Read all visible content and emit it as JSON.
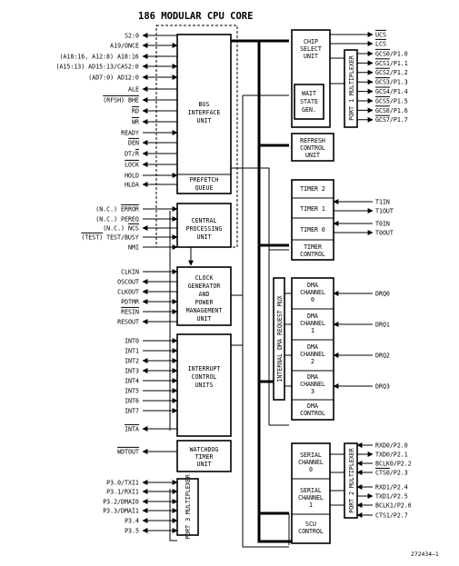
{
  "title": "186 MODULAR CPU CORE",
  "figure_number": "272434–1",
  "blocks": {
    "bus_interface": [
      "BUS",
      "INTERFACE",
      "UNIT"
    ],
    "prefetch_queue": [
      "PREFETCH",
      "QUEUE"
    ],
    "central_processing": [
      "CENTRAL",
      "PROCESSING",
      "UNIT"
    ],
    "clock_generator": [
      "CLOCK",
      "GENERATOR",
      "AND",
      "POWER",
      "MANAGEMENT",
      "UNIT"
    ],
    "interrupt_control": [
      "INTERRUPT",
      "CONTROL",
      "UNITS"
    ],
    "watchdog": [
      "WATCHDOG",
      "TIMER",
      "UNIT"
    ],
    "port3_mux": "PORT 3 MULTIPLEXER",
    "chip_select": [
      "CHIP",
      "SELECT",
      "UNIT"
    ],
    "wait_state": [
      "WAIT",
      "STATE",
      "GEN."
    ],
    "port1_mux": "PORT 1 MULTIPLEXER",
    "refresh_control": [
      "REFRESH",
      "CONTROL",
      "UNIT"
    ],
    "timer2": "TIMER 2",
    "timer1": "TIMER 1",
    "timer0": "TIMER 0",
    "timer_control": [
      "TIMER",
      "CONTROL"
    ],
    "dma_request_mux": "INTERNAL DMA REQUEST MUX",
    "dma_channel0": [
      "DMA",
      "CHANNEL",
      "0"
    ],
    "dma_channel1": [
      "DMA",
      "CHANNEL",
      "1"
    ],
    "dma_channel2": [
      "DMA",
      "CHANNEL",
      "2"
    ],
    "dma_channel3": [
      "DMA",
      "CHANNEL",
      "3"
    ],
    "dma_control": [
      "DMA",
      "CONTROL"
    ],
    "serial_channel0": [
      "SERIAL",
      "CHANNEL",
      "0"
    ],
    "serial_channel1": [
      "SERIAL",
      "CHANNEL",
      "1"
    ],
    "scu_control": [
      "SCU",
      "CONTROL"
    ],
    "port2_mux": "PORT 2 MULTIPLEXER"
  },
  "signals": {
    "bus": [
      {
        "pre": "",
        "bar": "",
        "text": "S2:0",
        "dir": "out"
      },
      {
        "pre": "",
        "bar": "",
        "text": "A19/ONCE",
        "dir": "bi"
      },
      {
        "pre": "(A18:16, A12:8) A18:16",
        "bar": "",
        "text": "",
        "dir": "out"
      },
      {
        "pre": "(A15:13) AD15:13/CAS2:0",
        "bar": "",
        "text": "",
        "dir": "bi"
      },
      {
        "pre": "(AD7:0) AD12:0",
        "bar": "",
        "text": "",
        "dir": "bi"
      },
      {
        "pre": "",
        "bar": "",
        "text": "ALE",
        "dir": "out"
      },
      {
        "pre": "",
        "bar": "(RFSH) BHE",
        "text": "",
        "dir": "out"
      },
      {
        "pre": "",
        "bar": "RD",
        "text": "",
        "dir": "out"
      },
      {
        "pre": "",
        "bar": "WR",
        "text": "",
        "dir": "out"
      },
      {
        "pre": "",
        "bar": "",
        "text": "READY",
        "dir": "in"
      },
      {
        "pre": "",
        "bar": "DEN",
        "text": "",
        "dir": "out"
      },
      {
        "pre": "DT/",
        "bar": "R",
        "text": "",
        "dir": "out"
      },
      {
        "pre": "",
        "bar": "LOCK",
        "text": "",
        "dir": "out"
      },
      {
        "pre": "",
        "bar": "",
        "text": "HOLD",
        "dir": "in"
      },
      {
        "pre": "",
        "bar": "",
        "text": "HLDA",
        "dir": "out"
      }
    ],
    "cpu": [
      {
        "pre": "(N.C.) ",
        "bar": "ERROR",
        "text": "",
        "dir": "in"
      },
      {
        "pre": "(N.C.) PEREQ",
        "bar": "",
        "text": "",
        "dir": "in"
      },
      {
        "pre": "(N.C.) ",
        "bar": "NCS",
        "text": "",
        "dir": "out"
      },
      {
        "pre": "",
        "bar": "(TEST)",
        "text": " TEST/BUSY",
        "dir": "in"
      },
      {
        "pre": "",
        "bar": "",
        "text": "NMI",
        "dir": "in"
      }
    ],
    "clock": [
      {
        "pre": "",
        "bar": "",
        "text": "CLKIN",
        "dir": "in"
      },
      {
        "pre": "",
        "bar": "",
        "text": "OSCOUT",
        "dir": "out"
      },
      {
        "pre": "",
        "bar": "",
        "text": "CLKOUT",
        "dir": "out"
      },
      {
        "pre": "",
        "bar": "",
        "text": "PDTMR",
        "dir": "bi"
      },
      {
        "pre": "",
        "bar": "RESIN",
        "text": "",
        "dir": "in"
      },
      {
        "pre": "",
        "bar": "",
        "text": "RESOUT",
        "dir": "out"
      }
    ],
    "interrupts": [
      {
        "pre": "",
        "bar": "",
        "text": "INT0",
        "dir": "in"
      },
      {
        "pre": "",
        "bar": "",
        "text": "INT1",
        "dir": "in"
      },
      {
        "pre": "",
        "bar": "",
        "text": "INT2",
        "dir": "bi"
      },
      {
        "pre": "",
        "bar": "",
        "text": "INT3",
        "dir": "bi"
      },
      {
        "pre": "",
        "bar": "",
        "text": "INT4",
        "dir": "in"
      },
      {
        "pre": "",
        "bar": "",
        "text": "INT5",
        "dir": "in"
      },
      {
        "pre": "",
        "bar": "",
        "text": "INT6",
        "dir": "in"
      },
      {
        "pre": "",
        "bar": "",
        "text": "INT7",
        "dir": "in"
      },
      {
        "pre": "",
        "bar": "INTA",
        "text": "",
        "dir": "out"
      }
    ],
    "watchdog": {
      "pre": "",
      "bar": "WDTOUT",
      "text": "",
      "dir": "out"
    },
    "port3": [
      {
        "pre": "",
        "bar": "",
        "text": "P3.0/TXI1",
        "dir": "bi"
      },
      {
        "pre": "",
        "bar": "",
        "text": "P3.1/RXI1",
        "dir": "bi"
      },
      {
        "pre": "",
        "bar": "",
        "text": "P3.2/DMAI0",
        "dir": "bi"
      },
      {
        "pre": "",
        "bar": "",
        "text": "P3.3/DMAI1",
        "dir": "bi"
      },
      {
        "pre": "",
        "bar": "",
        "text": "P3.4",
        "dir": "bi"
      },
      {
        "pre": "",
        "bar": "",
        "text": "P3.5",
        "dir": "bi"
      }
    ],
    "chip_select": [
      {
        "bar": "UCS",
        "text": ""
      },
      {
        "bar": "LCS",
        "text": ""
      },
      {
        "bar": "GCS0",
        "text": "/P1.0"
      },
      {
        "bar": "GCS1",
        "text": "/P1.1"
      },
      {
        "bar": "GCS2",
        "text": "/P1.2"
      },
      {
        "bar": "GCS3",
        "text": "/P1.3"
      },
      {
        "bar": "GCS4",
        "text": "/P1.4"
      },
      {
        "bar": "GCS5",
        "text": "/P1.5"
      },
      {
        "bar": "GCS6",
        "text": "/P1.6"
      },
      {
        "bar": "GCS7",
        "text": "/P1.7"
      }
    ],
    "timers": [
      "T1IN",
      "T1OUT",
      "T0IN",
      "T0OUT"
    ],
    "dma": [
      "DRQ0",
      "DRQ1",
      "DRQ2",
      "DRQ3"
    ],
    "serial": [
      {
        "bar": "",
        "text": "RXD0/P2.0"
      },
      {
        "bar": "",
        "text": "TXD0/P2.1"
      },
      {
        "bar": "",
        "text": "BCLK0/P2.2"
      },
      {
        "bar": "CTS0",
        "text": "/P2.3"
      },
      {
        "bar": "",
        "text": "RXD1/P2.4"
      },
      {
        "bar": "",
        "text": "TXD1/P2.5"
      },
      {
        "bar": "",
        "text": "BCLK1/P2.6"
      },
      {
        "bar": "",
        "text": "CTS1/P2.7"
      }
    ]
  }
}
